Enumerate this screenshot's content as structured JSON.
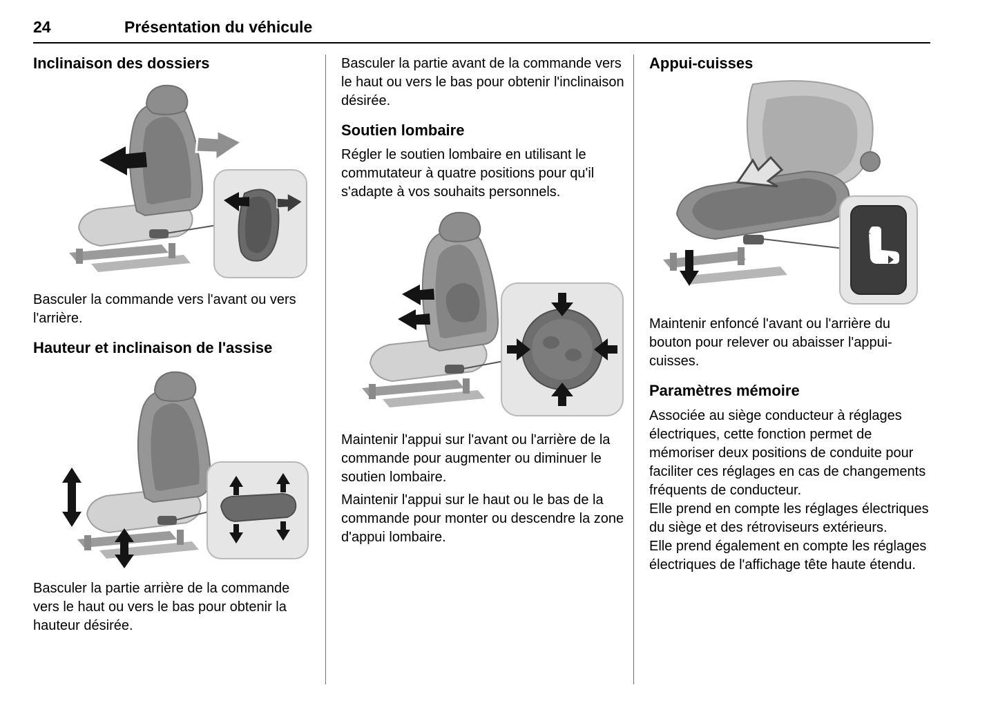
{
  "page": {
    "number": "24",
    "title": "Présentation du véhicule"
  },
  "col_left": {
    "heading_recline": "Inclinaison des dossiers",
    "para_recline": "Basculer la commande vers l'avant ou vers l'arrière.",
    "heading_height": "Hauteur et inclinaison de l'assise",
    "para_height": "Basculer la partie arrière de la commande vers le haut ou vers le bas pour obtenir la hauteur désirée."
  },
  "col_middle": {
    "para_tilt": "Basculer la partie avant de la commande vers le haut ou vers le bas pour obtenir l'inclinaison désirée.",
    "heading_lumbar": "Soutien lombaire",
    "para_lumbar_intro": "Régler le soutien lombaire en utilisant le commutateur à quatre positions pour qu'il s'adapte à vos souhaits personnels.",
    "para_lumbar_front_back": "Maintenir l'appui sur l'avant ou l'arrière de la commande pour augmenter ou diminuer le soutien lombaire.",
    "para_lumbar_up_down": "Maintenir l'appui sur le haut ou le bas de la commande pour monter ou descendre la zone d'appui lombaire."
  },
  "col_right": {
    "heading_thigh": "Appui-cuisses",
    "para_thigh": "Maintenir enfoncé l'avant ou l'arrière du bouton pour relever ou abaisser l'appui-cuisses.",
    "heading_memory": "Paramètres mémoire",
    "para_memory_1": "Associée au siège conducteur à réglages électriques, cette fonction permet de mémoriser deux positions de conduite pour faciliter ces réglages en cas de changements fréquents de conducteur.",
    "para_memory_2": "Elle prend en compte les réglages électriques du siège et des rétroviseurs extérieurs.",
    "para_memory_3": "Elle prend également en compte les réglages électriques de l'affichage tête haute étendu."
  },
  "illustrations": {
    "backrest_recline": "seat-backrest-recline-control",
    "seat_height": "seat-height-and-tilt-control",
    "lumbar": "lumbar-four-way-switch",
    "thigh": "thigh-support-button"
  }
}
